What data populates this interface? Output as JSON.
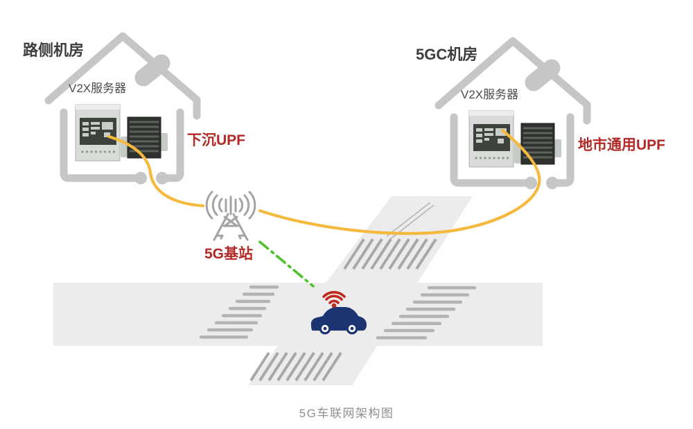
{
  "diagram": {
    "caption": "5G车联网架构图",
    "left_room": {
      "title": "路侧机房",
      "server_label": "V2X服务器",
      "upf_label": "下沉UPF"
    },
    "right_room": {
      "title": "5GC机房",
      "server_label": "V2X服务器",
      "upf_label": "地市通用UPF"
    },
    "base_station_label": "5G基站"
  },
  "icons": {
    "left_room": "house-outline-icon",
    "right_room": "house-outline-icon",
    "base_station": "antenna-tower-icon",
    "vehicle": "connected-car-icon",
    "vehicle_signal": "wifi-signal-icon",
    "servers": "server-cabinet-and-rack-icon"
  },
  "colors": {
    "red_label": "#b22926",
    "cable_yellow": "#f5b93d",
    "link_green": "#4cc228",
    "house_gray": "#c6c6c6",
    "road_gray": "#ececec",
    "bar_gray": "#b3b3b3",
    "hatch_gray": "#a8a8a8",
    "car_navy": "#1d3473",
    "wifi_red": "#c0291e",
    "caption_gray": "#8f8f8f",
    "dark_text": "#3d3d3d"
  }
}
